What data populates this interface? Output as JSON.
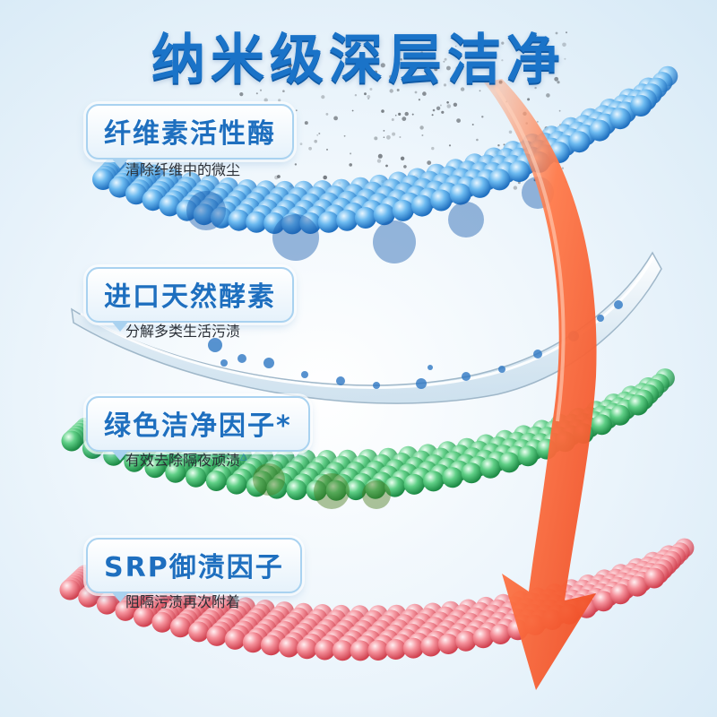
{
  "headline": "纳米级深层洁净",
  "layers": [
    {
      "id": "fiber-enzyme",
      "label": "纤维素活性酶",
      "caption": "清除纤维中的微尘",
      "color": "#4aa3e6"
    },
    {
      "id": "natural-enzyme",
      "label": "进口天然酵素",
      "caption": "分解多类生活污渍",
      "color": "#bcd6e8"
    },
    {
      "id": "green-factor",
      "label": "绿色洁净因子*",
      "caption": "有效去除隔夜顽渍",
      "caption_mark": "△",
      "color": "#3fb36a"
    },
    {
      "id": "srp-factor",
      "label": "SRP御渍因子",
      "caption": "阻隔污渍再次附着",
      "color": "#f07a86"
    }
  ],
  "colors": {
    "headline": "#1a73c8",
    "arrow": "#f0552e",
    "arrow_light": "#ff9a6a"
  },
  "icons": {
    "arrow": "curved-down-arrow-icon"
  }
}
